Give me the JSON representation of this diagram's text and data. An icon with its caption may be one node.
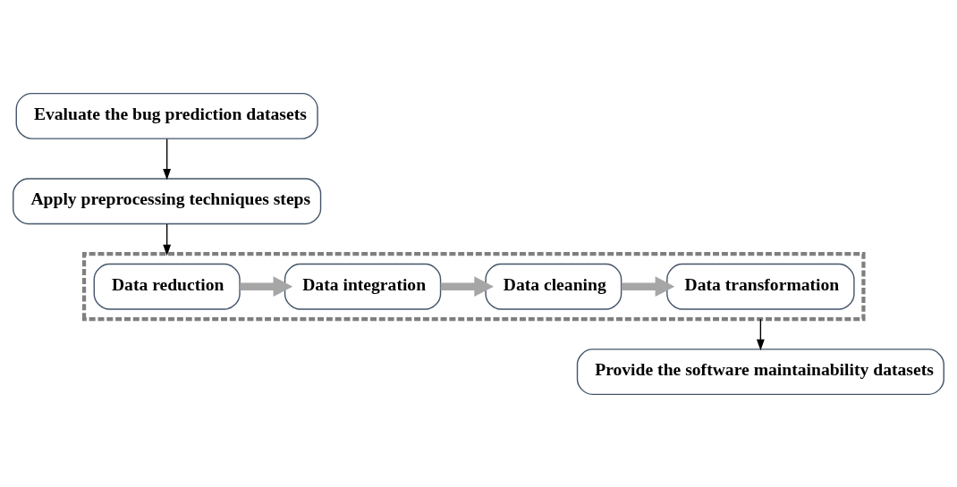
{
  "diagram": {
    "nodes": [
      {
        "text": [
          "Evaluate the bug prediction datasets"
        ]
      },
      {
        "text": [
          "Apply preprocessing techniques steps"
        ]
      },
      {
        "text": [],
        "shape": "box"
      },
      {
        "text": [
          "Data reduction"
        ],
        "in": 2
      },
      {
        "text": [
          "Data integration"
        ],
        "in": 2
      },
      {
        "text": [
          "Data cleaning"
        ],
        "in": 2
      },
      {
        "text": [
          "Data transformation"
        ],
        "in": 2
      },
      {
        "text": [
          "Provide the software maintainability datasets"
        ]
      }
    ],
    "edges": [
      {
        "from": 0,
        "to": 1,
        "arrow": "to"
      },
      {
        "from": 1,
        "to": 2,
        "arrow": "to"
      },
      {
        "from": 3,
        "to": 4,
        "arrow": "to",
        "style": "thick",
        "color": "#a6a6a6"
      },
      {
        "from": 4,
        "to": 5,
        "arrow": "to",
        "style": "thick",
        "color": "#a6a6a6"
      },
      {
        "from": 5,
        "to": 6,
        "arrow": "to",
        "style": "thick",
        "color": "#a6a6a6"
      },
      {
        "from": 2,
        "to": 7,
        "arrow": "to"
      }
    ]
  }
}
